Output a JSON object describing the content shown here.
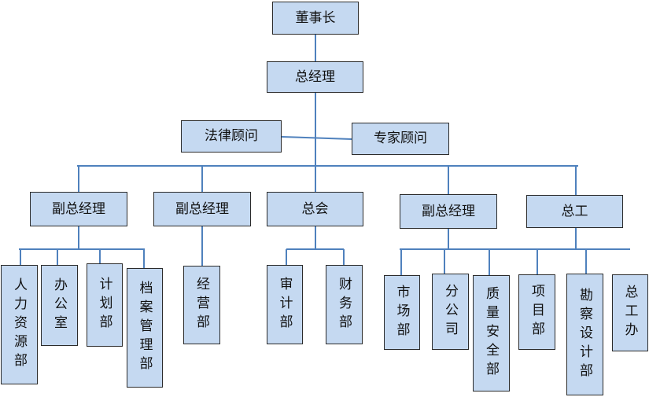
{
  "top": {
    "chairman": "董事长",
    "general_manager": "总经理",
    "legal_advisor": "法律顾问",
    "expert_advisor": "专家顾问"
  },
  "level2": {
    "vp1": "副总经理",
    "vp2": "副总经理",
    "chief_accountant": "总会",
    "vp3": "副总经理",
    "chief_engineer": "总工"
  },
  "departments": {
    "vp1": [
      "人力资源部",
      "办公室",
      "计划部",
      "档案管理部"
    ],
    "vp2": [
      "经营部"
    ],
    "chief_accountant": [
      "审计部",
      "财务部"
    ],
    "vp3": [
      "市场部",
      "分公司",
      "质量安全部",
      "项目部"
    ],
    "chief_engineer": [
      "勘察设计部",
      "总工办"
    ]
  },
  "colors": {
    "box_fill": "#c5d9f1",
    "box_border": "#2b2b2b",
    "connector": "#4f81bd"
  }
}
